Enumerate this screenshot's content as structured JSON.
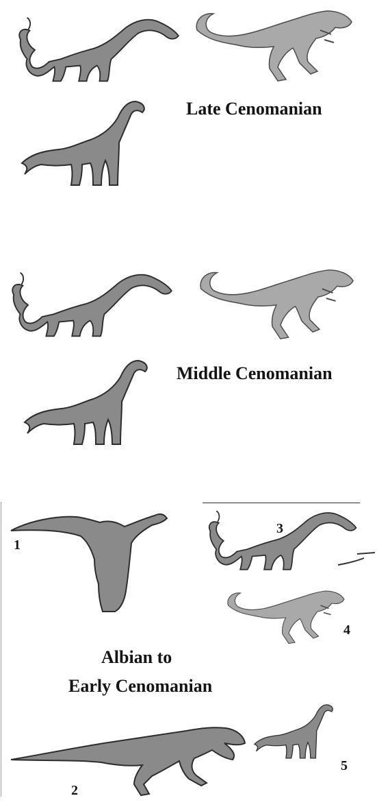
{
  "stages": {
    "late": "Late Cenomanian",
    "middle": "Middle Cenomanian",
    "early_line1": "Albian to",
    "early_line2": "Early Cenomanian"
  },
  "figure_numbers": {
    "n1": "1",
    "n2": "2",
    "n3": "3",
    "n4": "4",
    "n5": "5"
  },
  "palette": {
    "sauropod": "#8a8a8a",
    "theropod_light": "#a9a9a9",
    "theropod_dark": "#7a7a7a"
  }
}
